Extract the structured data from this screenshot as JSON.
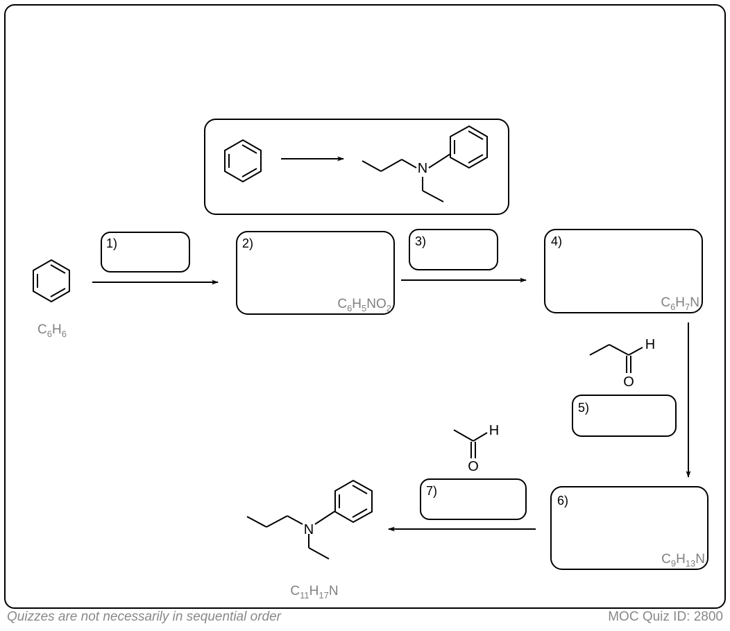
{
  "reaction": {
    "start_formula": {
      "parts": [
        {
          "t": "C"
        },
        {
          "t": "6",
          "sub": true
        },
        {
          "t": "H"
        },
        {
          "t": "6",
          "sub": true
        }
      ]
    },
    "boxes": [
      {
        "id": "1",
        "label": "1)"
      },
      {
        "id": "2",
        "label": "2)",
        "formula": {
          "parts": [
            {
              "t": "C"
            },
            {
              "t": "6",
              "sub": true
            },
            {
              "t": "H"
            },
            {
              "t": "5",
              "sub": true
            },
            {
              "t": "NO"
            },
            {
              "t": "2",
              "sub": true
            }
          ]
        }
      },
      {
        "id": "3",
        "label": "3)"
      },
      {
        "id": "4",
        "label": "4)",
        "formula": {
          "parts": [
            {
              "t": "C"
            },
            {
              "t": "6",
              "sub": true
            },
            {
              "t": "H"
            },
            {
              "t": "7",
              "sub": true
            },
            {
              "t": "N"
            }
          ]
        }
      },
      {
        "id": "5",
        "label": "5)"
      },
      {
        "id": "6",
        "label": "6)",
        "formula": {
          "parts": [
            {
              "t": "C"
            },
            {
              "t": "9",
              "sub": true
            },
            {
              "t": "H"
            },
            {
              "t": "13",
              "sub": true
            },
            {
              "t": "N"
            }
          ]
        }
      },
      {
        "id": "7",
        "label": "7)"
      }
    ],
    "product_formula": {
      "parts": [
        {
          "t": "C"
        },
        {
          "t": "11",
          "sub": true
        },
        {
          "t": "H"
        },
        {
          "t": "17",
          "sub": true
        },
        {
          "t": "N"
        }
      ]
    },
    "atoms": {
      "nitrogen": "N",
      "hydrogen": "H",
      "oxygen": "O"
    }
  },
  "colors": {
    "line": "#000000",
    "formula": "#808080",
    "footer": "#888888"
  },
  "footer": {
    "note": "Quizzes are not necessarily in sequential order",
    "quiz_id": "MOC Quiz ID: 2800"
  }
}
